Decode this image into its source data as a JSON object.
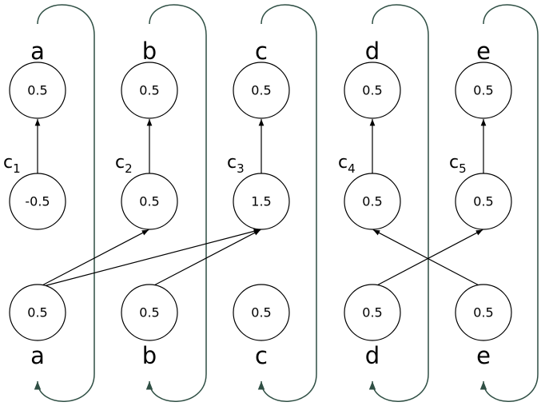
{
  "columns": [
    {
      "top_label": "a",
      "bottom_label": "a",
      "top_value": "0.5",
      "mid_value": "-0.5",
      "bottom_value": "0.5",
      "c_label": "c",
      "c_sub": "1"
    },
    {
      "top_label": "b",
      "bottom_label": "b",
      "top_value": "0.5",
      "mid_value": "0.5",
      "bottom_value": "0.5",
      "c_label": "c",
      "c_sub": "2"
    },
    {
      "top_label": "c",
      "bottom_label": "c",
      "top_value": "0.5",
      "mid_value": "1.5",
      "bottom_value": "0.5",
      "c_label": "c",
      "c_sub": "3"
    },
    {
      "top_label": "d",
      "bottom_label": "d",
      "top_value": "0.5",
      "mid_value": "0.5",
      "bottom_value": "0.5",
      "c_label": "c",
      "c_sub": "4"
    },
    {
      "top_label": "e",
      "bottom_label": "e",
      "top_value": "0.5",
      "mid_value": "0.5",
      "bottom_value": "0.5",
      "c_label": "c",
      "c_sub": "5"
    }
  ],
  "cross_edges": [
    {
      "from": 0,
      "to": 1
    },
    {
      "from": 0,
      "to": 2
    },
    {
      "from": 1,
      "to": 2
    },
    {
      "from": 3,
      "to": 4
    },
    {
      "from": 4,
      "to": 3
    }
  ],
  "colors": {
    "node_stroke": "#000000",
    "edge": "#000000",
    "loop": "#2f4f44"
  }
}
